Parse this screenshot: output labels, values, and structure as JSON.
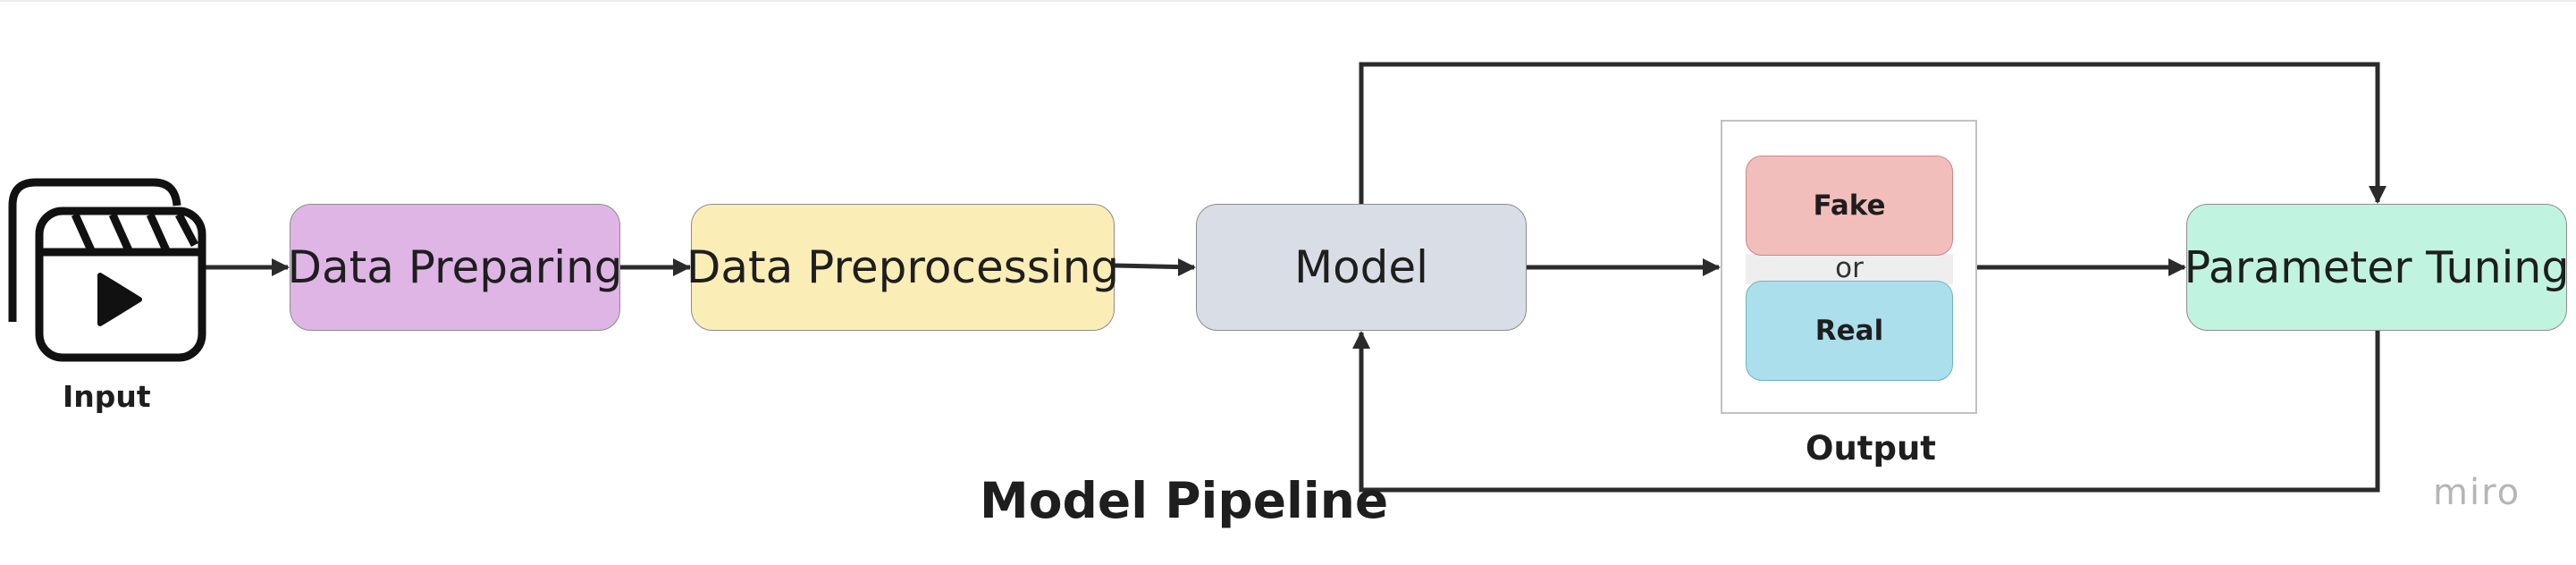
{
  "diagram": {
    "title": "Model Pipeline",
    "input_label": "Input",
    "nodes": {
      "data_preparing": "Data Preparing",
      "data_preprocessing": "Data Preprocessing",
      "model": "Model",
      "parameter_tuning": "Parameter Tuning"
    },
    "output": {
      "label": "Output",
      "fake": "Fake",
      "or": "or",
      "real": "Real"
    },
    "brand": "miro",
    "colors": {
      "data_preparing": "#dfb5e6",
      "data_preprocessing": "#fbedb6",
      "model": "#d9dde6",
      "parameter_tuning": "#c0f4e0",
      "fake": "#f2bebb",
      "real": "#acdfec",
      "connector": "#2b2b2b"
    },
    "input_icon": "video-clip-icon"
  }
}
